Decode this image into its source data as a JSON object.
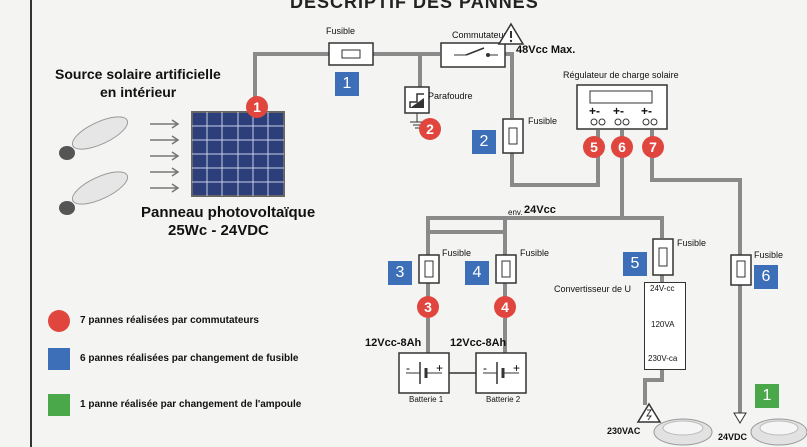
{
  "header": {
    "title_partial": "DESCRIPTIF DES PANNES"
  },
  "source": {
    "title_line1": "Source solaire artificielle",
    "title_line2": "en intérieur"
  },
  "panel": {
    "label_line1": "Panneau photovoltaïque",
    "label_line2": "25Wc - 24VDC"
  },
  "components": {
    "fuse_top": "Fusible",
    "switch": "Commutateur",
    "voltage_warning": "48Vcc Max.",
    "surge": "Parafoudre",
    "regulator": "Régulateur de charge solaire",
    "fuse_2": "Fusible",
    "bus_voltage_prefix": "env.",
    "bus_voltage": "24Vcc",
    "fuse_3": "Fusible",
    "fuse_4": "Fusible",
    "fuse_5": "Fusible",
    "fuse_6": "Fusible",
    "converter": "Convertisseur de U",
    "converter_in": "24V-cc",
    "converter_power": "120VA",
    "converter_out": "230V-ca",
    "battery1_rating": "12Vcc-8Ah",
    "battery2_rating": "12Vcc-8Ah",
    "battery1_name": "Batterie 1",
    "battery2_name": "Batterie 2",
    "out_230": "230VAC",
    "out_24": "24VDC"
  },
  "markers": {
    "red": [
      "1",
      "2",
      "3",
      "4",
      "5",
      "6",
      "7"
    ],
    "blue": [
      "1",
      "2",
      "3",
      "4",
      "5",
      "6"
    ],
    "green": [
      "1"
    ]
  },
  "regulator_terminals": [
    "+-",
    "+-",
    "+-"
  ],
  "legend": {
    "red": "7 pannes réalisées par commutateurs",
    "blue": "6 pannes réalisées par changement de fusible",
    "green": "1 panne réalisée par changement de l'ampoule"
  },
  "colors": {
    "red": "#e0463e",
    "blue": "#3d6fb8",
    "green": "#4aa84a",
    "wire": "#8a8a8a"
  }
}
